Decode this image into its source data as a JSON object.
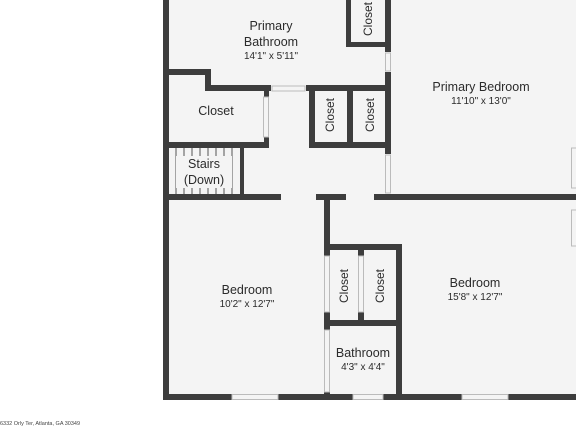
{
  "rooms": {
    "primary_bathroom": {
      "name": "Primary\nBathroom",
      "dims": "14'1\" x 5'11\""
    },
    "primary_bedroom": {
      "name": "Primary Bedroom",
      "dims": "11'10\" x 13'0\""
    },
    "closet_left": {
      "name": "Closet"
    },
    "closet_hall_1": {
      "name": "Closet"
    },
    "closet_hall_2": {
      "name": "Closet"
    },
    "closet_top": {
      "name": "Closet"
    },
    "stairs": {
      "name": "Stairs\n(Down)"
    },
    "bedroom_left": {
      "name": "Bedroom",
      "dims": "10'2\" x 12'7\""
    },
    "bedroom_right": {
      "name": "Bedroom",
      "dims": "15'8\" x 12'7\""
    },
    "closet_mid_1": {
      "name": "Closet"
    },
    "closet_mid_2": {
      "name": "Closet"
    },
    "bathroom": {
      "name": "Bathroom",
      "dims": "4'3\" x 4'4\""
    }
  },
  "footer": {
    "address": "6332 Orly Ter, Atlanta, GA 30349"
  },
  "colors": {
    "wall": "#3d3d3d",
    "floor": "#f4f4f4",
    "background": "#ffffff"
  }
}
